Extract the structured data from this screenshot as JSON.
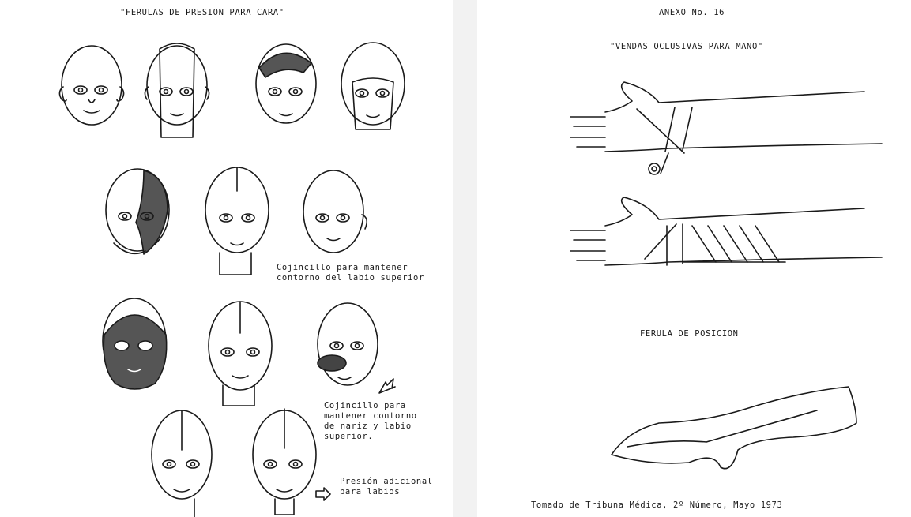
{
  "left_page": {
    "title": "\"FERULAS DE PRESION PARA CARA\"",
    "caption_upper_lip": "Cojincillo para mantener\ncontorno del labio superior",
    "caption_nose_lip": "Cojincillo para\nmantener contorno\nde nariz y labio\nsuperior.",
    "caption_lips": "Presión adicional\npara labios"
  },
  "right_page": {
    "annex": "ANEXO No. 16",
    "title": "\"VENDAS OCLUSIVAS PARA MANO\"",
    "subtitle": "FERULA DE POSICION",
    "source": "Tomado de Tribuna Médica, 2º Número, Mayo 1973"
  },
  "icons": [
    "head-illustration-icon",
    "arm-bandage-illustration-icon",
    "hand-splint-illustration-icon",
    "arrow-right-icon"
  ]
}
